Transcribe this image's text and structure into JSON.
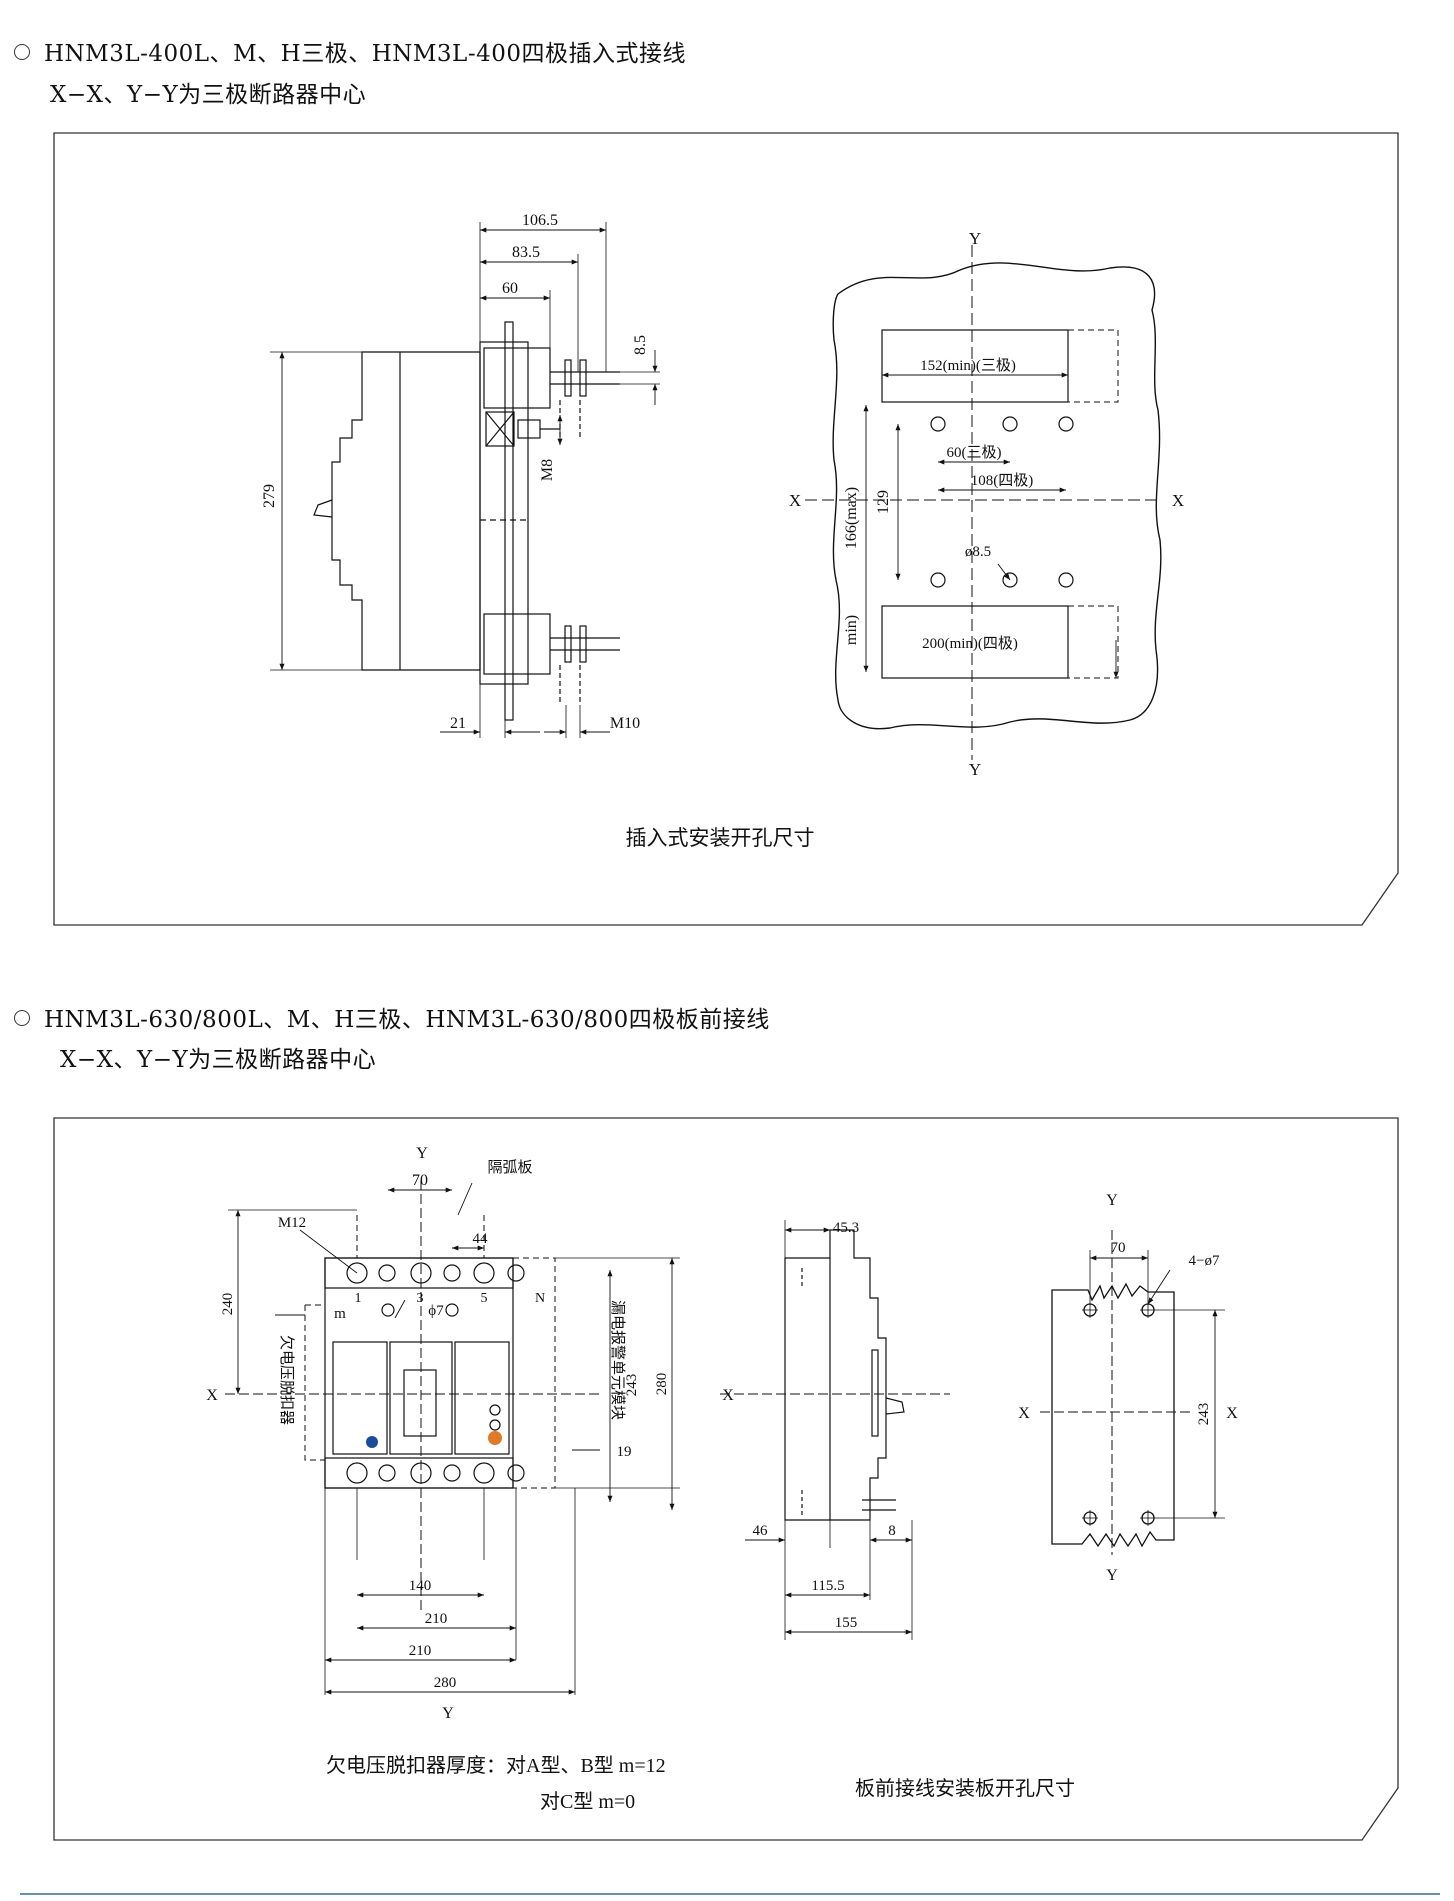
{
  "section1": {
    "title": "HNM3L-400L、M、H三极、HNM3L-400四极插入式接线",
    "subtitle": "X−X、Y−Y为三极断路器中心",
    "caption": "插入式安装开孔尺寸",
    "side_view": {
      "dims": [
        "106.5",
        "83.5",
        "60",
        "8.5",
        "279",
        "M8",
        "21",
        "M10"
      ]
    },
    "cutout": {
      "axis_x": "X",
      "axis_y": "Y",
      "labels": [
        "152(min)(三极)",
        "60(三极)",
        "108(四极)",
        "166(max)",
        "129",
        "ø8.5",
        "min)",
        "200(min)(四极)"
      ]
    }
  },
  "section2": {
    "title": "HNM3L-630/800L、M、H三极、HNM3L-630/800四极板前接线",
    "subtitle": "X−X、Y−Y为三极断路器中心",
    "caption": "板前接线安装板开孔尺寸",
    "note_line1": "欠电压脱扣器厚度：对A型、B型  m=12",
    "note_line2": "对C型  m=0",
    "front_view": {
      "labels": [
        "Y",
        "70",
        "隔弧板",
        "M12",
        "44",
        "1",
        "3",
        "5",
        "N",
        "ϕ7",
        "m",
        "240",
        "X",
        "欠电压脱扣器",
        "漏电报警单元模块",
        "243",
        "280",
        "19",
        "140",
        "210",
        "210",
        "280",
        "Y"
      ]
    },
    "side_view": {
      "labels": [
        "45.3",
        "X",
        "46",
        "8",
        "115.5",
        "155"
      ]
    },
    "cutout": {
      "labels": [
        "Y",
        "70",
        "4−ø7",
        "X",
        "243",
        "X",
        "Y"
      ]
    }
  }
}
